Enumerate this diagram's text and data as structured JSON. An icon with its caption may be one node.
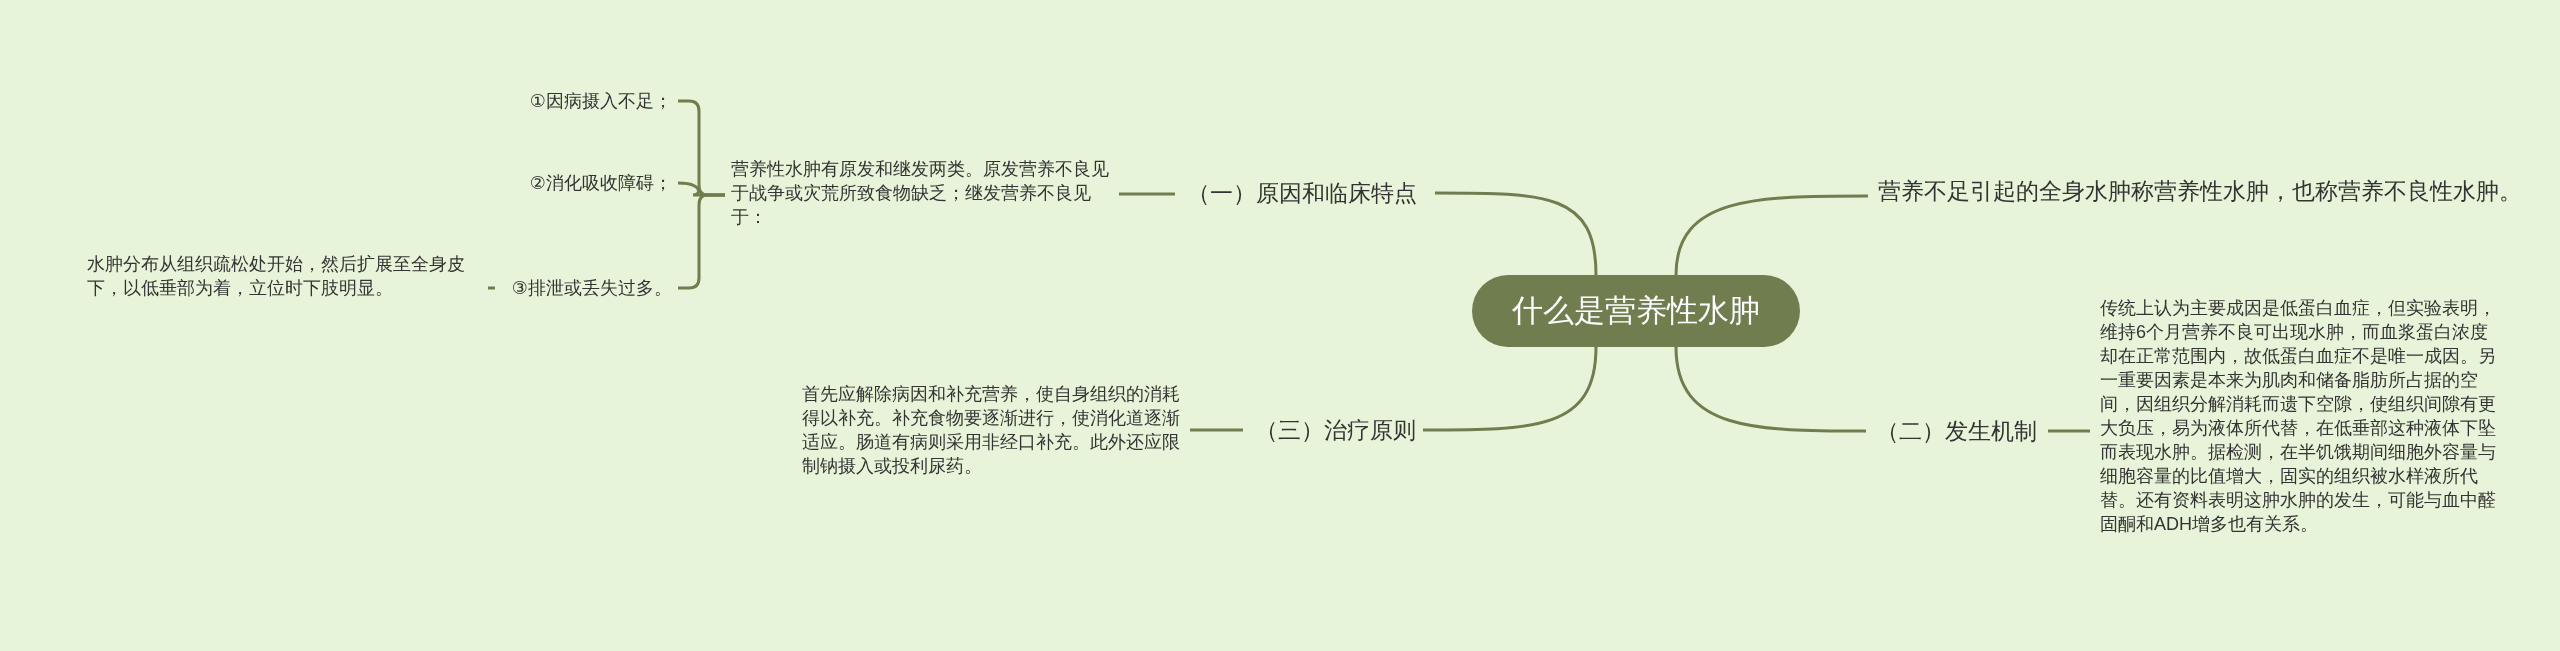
{
  "diagram": {
    "nodes": [
      {
        "text": [
          "什么是营养性水肿"
        ]
      },
      {
        "text": [
          "营养不足引起的全身水肿称营养性水肿，也称营养不良性水肿。"
        ]
      },
      {
        "text": [
          "（一）原因和临床特点"
        ]
      },
      {
        "text": [
          "营养性水肿有原发和继发两类。原发营养不良见于战争或灾荒所致食物缺乏；继发营养不良见于："
        ]
      },
      {
        "text": [
          "①因病摄入不足；"
        ]
      },
      {
        "text": [
          "②消化吸收障碍；"
        ]
      },
      {
        "text": [
          "③排泄或丢失过多。"
        ]
      },
      {
        "text": [
          "水肿分布从组织疏松处开始，然后扩展至全身皮下，以低垂部为着，立位时下肢明显。"
        ]
      },
      {
        "text": [
          "（三）治疗原则"
        ]
      },
      {
        "text": [
          "首先应解除病因和补充营养，使自身组织的消耗得以补充。补充食物要逐渐进行，使消化道逐渐适应。肠道有病则采用非经口补充。此外还应限制钠摄入或投利尿药。"
        ]
      },
      {
        "text": [
          "（二）发生机制"
        ]
      },
      {
        "text": [
          "传统上认为主要成因是低蛋白血症，但实验表明，维持6个月营养不良可出现水肿，而血浆蛋白浓度却在正常范围内，故低蛋白血症不是唯一成因。另一重要因素是本来为肌肉和储备脂肪所占据的空间，因组织分解消耗而遗下空隙，使组织间隙有更大负压，易为液体所代替，在低垂部这种液体下坠而表现水肿。据检测，在半饥饿期间细胞外容量与细胞容量的比值增大，固实的组织被水样液所代替。还有资料表明这肿水肿的发生，可能与血中醛固酮和ADH增多也有关系。"
        ]
      }
    ],
    "edges": [
      {
        "from": 0,
        "to": 1,
        "arrow": "none"
      },
      {
        "from": 0,
        "to": 2,
        "arrow": "none"
      },
      {
        "from": 0,
        "to": 8,
        "arrow": "none"
      },
      {
        "from": 0,
        "to": 10,
        "arrow": "none"
      },
      {
        "from": 2,
        "to": 3,
        "arrow": "none"
      },
      {
        "from": 3,
        "to": 4,
        "arrow": "none"
      },
      {
        "from": 3,
        "to": 5,
        "arrow": "none"
      },
      {
        "from": 3,
        "to": 6,
        "arrow": "none"
      },
      {
        "from": 6,
        "to": 7,
        "arrow": "none"
      },
      {
        "from": 8,
        "to": 9,
        "arrow": "none"
      },
      {
        "from": 10,
        "to": 11,
        "arrow": "none"
      }
    ]
  }
}
